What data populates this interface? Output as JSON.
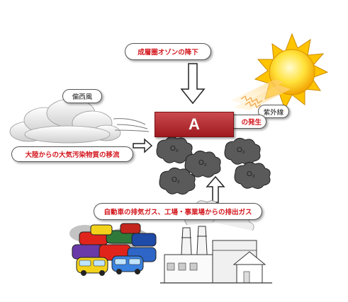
{
  "labels": {
    "ozone_decline": "成層圏オゾンの降下",
    "westerly_wind": "偏西風",
    "ultraviolet": "紫外線",
    "generation_suffix": "の発生",
    "continental_transport": "大陸からの大気汚染物質の移流",
    "emissions": "自動車の排気ガス、工場・事業場からの排出ガス"
  },
  "center_box": {
    "letter": "A"
  },
  "pollutant": {
    "symbol": "O",
    "subscript": "X"
  },
  "colors": {
    "label_text": "#d4181f",
    "center_box": "#b3262b",
    "sun": "#ffd400",
    "smog_cloud": "#555555"
  }
}
